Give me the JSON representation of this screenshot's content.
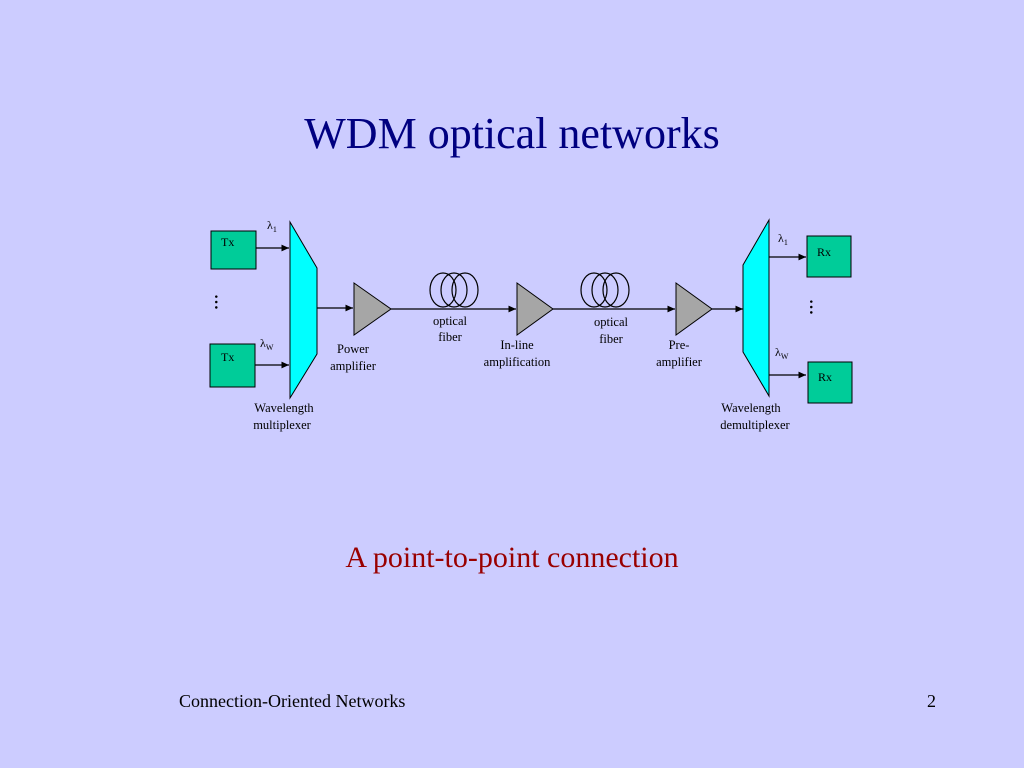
{
  "slide": {
    "title": "WDM optical networks",
    "subtitle": "A point-to-point connection",
    "footer": "Connection-Oriented Networks",
    "page_number": "2"
  },
  "diagram": {
    "transmitter_label": "Tx",
    "receiver_label": "Rx",
    "lambda_symbol": "λ",
    "lambda_first_index": "1",
    "lambda_last_index": "W",
    "ellipsis": "…",
    "multiplexer_label": [
      "Wavelength",
      "multiplexer"
    ],
    "demultiplexer_label": [
      "Wavelength",
      "demultiplexer"
    ],
    "power_amplifier_label": [
      "Power",
      "amplifier"
    ],
    "fiber1_label": [
      "optical",
      "fiber"
    ],
    "inline_amplifier_label": [
      "In-line",
      "amplification"
    ],
    "fiber2_label": [
      "optical",
      "fiber"
    ],
    "preamplifier_label": [
      "Pre-",
      "amplifier"
    ],
    "colors": {
      "tx_rx_fill": "#00cc99",
      "mux_fill": "#00ffff",
      "amplifier_fill": "#a6a6a6",
      "line": "#000000",
      "background": "#ccccff",
      "title": "#000080",
      "subtitle": "#990000"
    }
  }
}
